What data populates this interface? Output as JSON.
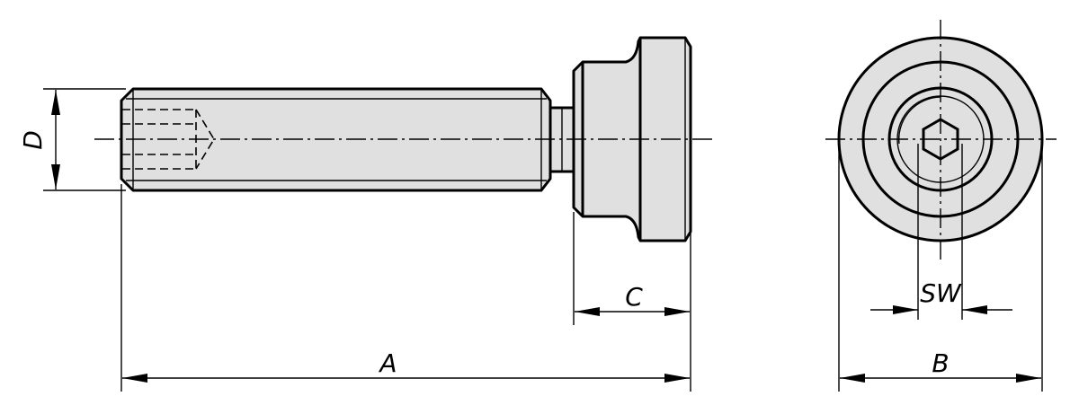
{
  "labels": {
    "d": "D",
    "a": "A",
    "c": "C",
    "b": "B",
    "sw": "SW"
  },
  "colors": {
    "part_fill": "#e0e0e0",
    "line": "#000000",
    "background": "#ffffff"
  }
}
